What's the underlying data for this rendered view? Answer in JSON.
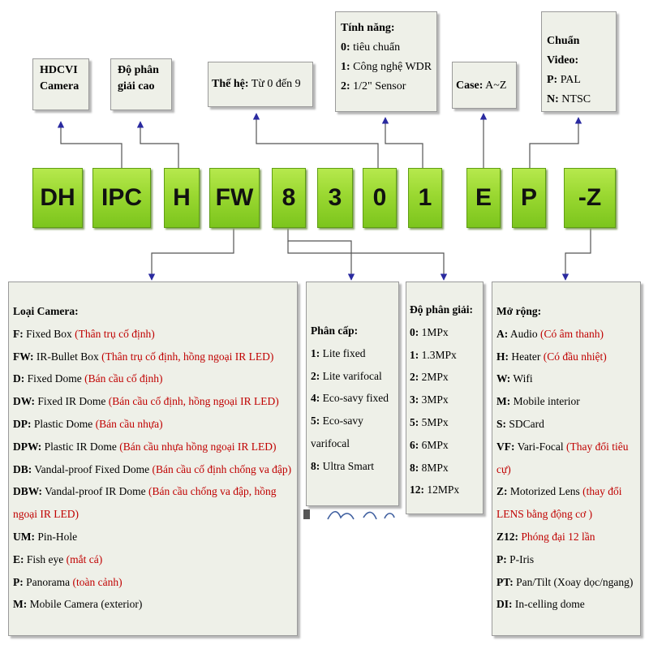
{
  "codes": [
    {
      "key": "dh",
      "label": "DH"
    },
    {
      "key": "ipc",
      "label": "IPC"
    },
    {
      "key": "h",
      "label": "H"
    },
    {
      "key": "fw",
      "label": "FW"
    },
    {
      "key": "n8",
      "label": "8"
    },
    {
      "key": "n3",
      "label": "3"
    },
    {
      "key": "n0",
      "label": "0"
    },
    {
      "key": "n1",
      "label": "1"
    },
    {
      "key": "e",
      "label": "E"
    },
    {
      "key": "p",
      "label": "P"
    },
    {
      "key": "z",
      "label": "-Z"
    }
  ],
  "top": {
    "hdcvi": {
      "line1": "HDCVI",
      "line2": "Camera"
    },
    "resolution": {
      "line1": "Độ phân",
      "line2": "giải cao"
    },
    "generation": {
      "label": "Thế hệ:",
      "text": " Từ 0 đến 9"
    },
    "features": {
      "title": "Tính năng:",
      "items": [
        {
          "k": "0:",
          "t": " tiêu chuẩn"
        },
        {
          "k": "1:",
          "t": " Công nghệ WDR"
        },
        {
          "k": "2:",
          "t": " 1/2\" Sensor"
        }
      ]
    },
    "case": {
      "label": "Case:",
      "text": " A~Z"
    },
    "video": {
      "title": "Chuẩn Video:",
      "items": [
        {
          "k": "P:",
          "t": " PAL"
        },
        {
          "k": "N:",
          "t": " NTSC"
        }
      ]
    }
  },
  "camera_type": {
    "title": "Loại Camera:",
    "items": [
      {
        "code": "F:",
        "text": " Fixed Box ",
        "note": "(Thân trụ cố định)"
      },
      {
        "code": "FW:",
        "text": " IR-Bullet Box ",
        "note": "(Thân trụ cố định, hồng ngoại IR LED)"
      },
      {
        "code": "D:",
        "text": " Fixed Dome ",
        "note": "(Bán cầu cố định)"
      },
      {
        "code": "DW:",
        "text": " Fixed IR Dome ",
        "note": "(Bán cầu cố định, hồng ngoại IR LED)"
      },
      {
        "code": "DP:",
        "text": " Plastic Dome ",
        "note": "(Bán cầu nhựa)"
      },
      {
        "code": "DPW:",
        "text": " Plastic IR Dome ",
        "note": "(Bán cầu nhựa hồng ngoại IR LED)"
      },
      {
        "code": "DB:",
        "text": " Vandal-proof Fixed Dome ",
        "note": "(Bán cầu cố định chống va đập)"
      },
      {
        "code": "DBW:",
        "text": " Vandal-proof IR Dome  ",
        "note": "(Bán cầu chống va đập, hồng ngoại IR LED)"
      },
      {
        "code": "UM:",
        "text": " Pin-Hole",
        "note": ""
      },
      {
        "code": "E:",
        "text": " Fish eye ",
        "note": "(mắt cá)"
      },
      {
        "code": "P:",
        "text": " Panorama ",
        "note": "(toàn cảnh)"
      },
      {
        "code": "M:",
        "text": " Mobile Camera (exterior)",
        "note": ""
      }
    ]
  },
  "tier": {
    "title": "Phân cấp:",
    "items": [
      {
        "k": "1:",
        "t": " Lite fixed"
      },
      {
        "k": "2:",
        "t": " Lite varifocal"
      },
      {
        "k": "4:",
        "t": " Eco-savy fixed"
      },
      {
        "k": "5:",
        "t": " Eco-savy varifocal"
      },
      {
        "k": "8:",
        "t": " Ultra Smart"
      }
    ]
  },
  "megapixel": {
    "title": "Độ phân giải:",
    "items": [
      {
        "k": "0:",
        "t": " 1MPx"
      },
      {
        "k": "1:",
        "t": " 1.3MPx"
      },
      {
        "k": "2:",
        "t": " 2MPx"
      },
      {
        "k": "3:",
        "t": " 3MPx"
      },
      {
        "k": "5:",
        "t": " 5MPx"
      },
      {
        "k": "6:",
        "t": " 6MPx"
      },
      {
        "k": "8:",
        "t": " 8MPx"
      },
      {
        "k": "12:",
        "t": " 12MPx"
      }
    ]
  },
  "extension": {
    "title": "Mở rộng:",
    "items": [
      {
        "code": "A:",
        "text": " Audio ",
        "note": "(Có âm thanh)"
      },
      {
        "code": "H:",
        "text": " Heater ",
        "note": "(Có đầu nhiệt)"
      },
      {
        "code": "W:",
        "text": " Wifi",
        "note": ""
      },
      {
        "code": "M:",
        "text": " Mobile interior",
        "note": ""
      },
      {
        "code": "S:",
        "text": " SDCard",
        "note": ""
      },
      {
        "code": "VF:",
        "text": " Vari-Focal ",
        "note": "(Thay đổi tiêu cự)"
      },
      {
        "code": "Z:",
        "text": " Motorized Lens ",
        "note": "(thay đổi LENS bằng động cơ )"
      },
      {
        "code": "Z12:",
        "text": " ",
        "note": "Phóng đại 12 lần"
      },
      {
        "code": "P:",
        "text": " P-Iris",
        "note": ""
      },
      {
        "code": "PT:",
        "text": " Pan/Tilt (Xoay dọc/ngang)",
        "note": ""
      },
      {
        "code": "DI:",
        "text": " In-celling dome",
        "note": ""
      }
    ]
  },
  "colors": {
    "code_green": "#8fd22a",
    "box_bg": "#eef0e8",
    "arrow": "#2a2aa0",
    "note_red": "#c00000"
  }
}
